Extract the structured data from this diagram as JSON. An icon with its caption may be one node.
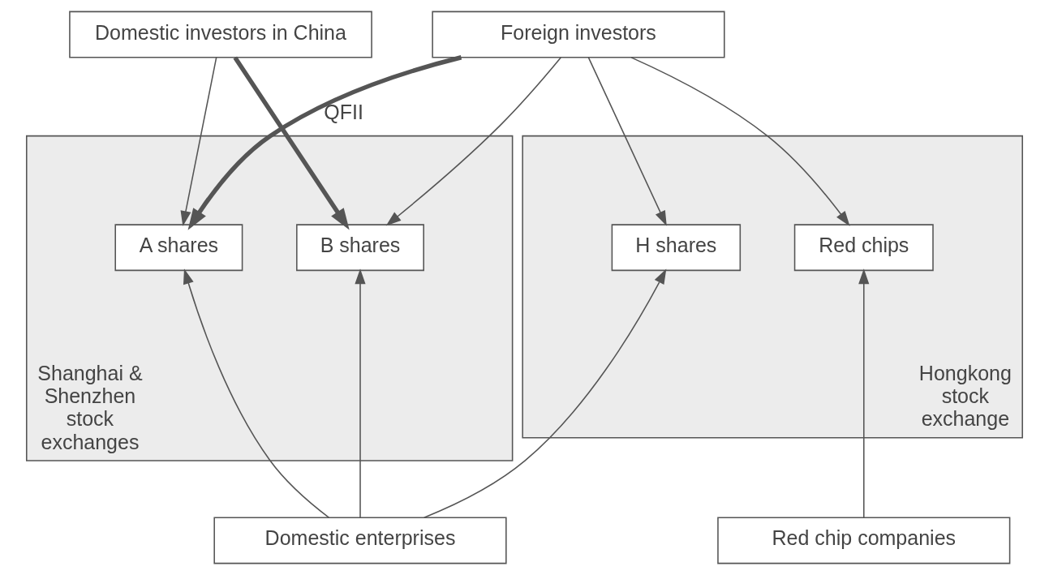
{
  "diagram": {
    "nodes": [
      {
        "text": [
          "Domestic investors in China"
        ]
      },
      {
        "text": [
          "Foreign investors"
        ]
      },
      {
        "text": [
          "Shanghai & Shenzhen stock exchanges"
        ]
      },
      {
        "text": [
          "A shares"
        ],
        "in": 2
      },
      {
        "text": [
          "B shares"
        ],
        "in": 2
      },
      {
        "text": [
          "Hongkong stock exchange"
        ]
      },
      {
        "text": [
          "H shares"
        ],
        "in": 5
      },
      {
        "text": [
          "Red chips"
        ],
        "in": 5
      },
      {
        "text": [
          "Domestic enterprises"
        ]
      },
      {
        "text": [
          "Red chip companies"
        ]
      }
    ],
    "edges": [
      {
        "from": 0,
        "to": 3,
        "arrow": "to"
      },
      {
        "from": 0,
        "to": 4,
        "arrow": "to",
        "style": "thick"
      },
      {
        "from": 1,
        "to": 3,
        "arrow": "to",
        "style": "thick",
        "label": "QFII"
      },
      {
        "from": 1,
        "to": 4,
        "arrow": "to"
      },
      {
        "from": 1,
        "to": 6,
        "arrow": "to"
      },
      {
        "from": 1,
        "to": 7,
        "arrow": "to"
      },
      {
        "from": 8,
        "to": 3,
        "arrow": "to"
      },
      {
        "from": 8,
        "to": 4,
        "arrow": "to"
      },
      {
        "from": 8,
        "to": 6,
        "arrow": "to"
      },
      {
        "from": 9,
        "to": 7,
        "arrow": "to"
      }
    ]
  }
}
